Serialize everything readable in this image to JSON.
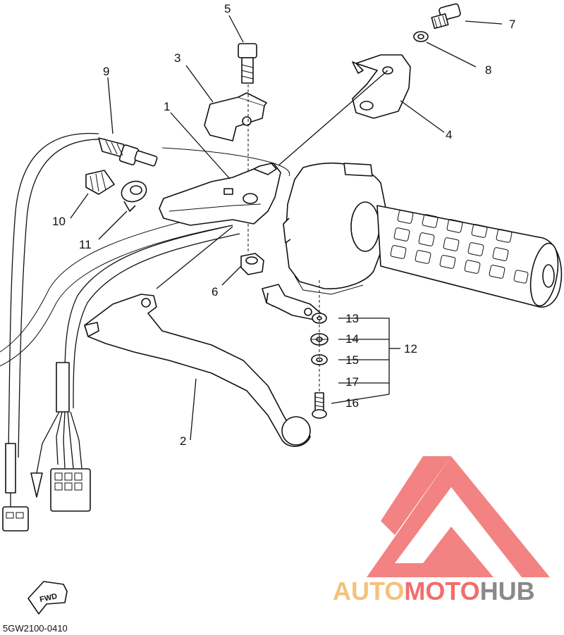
{
  "diagram": {
    "code": "5GW2100-0410",
    "fwd_label": "FWD",
    "labels": [
      {
        "id": "1",
        "text": "1"
      },
      {
        "id": "2",
        "text": "2"
      },
      {
        "id": "3",
        "text": "3"
      },
      {
        "id": "4",
        "text": "4"
      },
      {
        "id": "5",
        "text": "5"
      },
      {
        "id": "6",
        "text": "6"
      },
      {
        "id": "7",
        "text": "7"
      },
      {
        "id": "8",
        "text": "8"
      },
      {
        "id": "9",
        "text": "9"
      },
      {
        "id": "10",
        "text": "10"
      },
      {
        "id": "11",
        "text": "11"
      },
      {
        "id": "12",
        "text": "12"
      },
      {
        "id": "13",
        "text": "13"
      },
      {
        "id": "14",
        "text": "14"
      },
      {
        "id": "15",
        "text": "15"
      },
      {
        "id": "16",
        "text": "16"
      },
      {
        "id": "17",
        "text": "17"
      }
    ]
  },
  "watermark": {
    "part1": "AUTO",
    "part2": "MOTO",
    "part3": "HUB",
    "colors": {
      "auto": "#f4c27a",
      "moto": "#f26d6d",
      "hub": "#8a8a8a",
      "logo": "#f26d6d"
    }
  }
}
